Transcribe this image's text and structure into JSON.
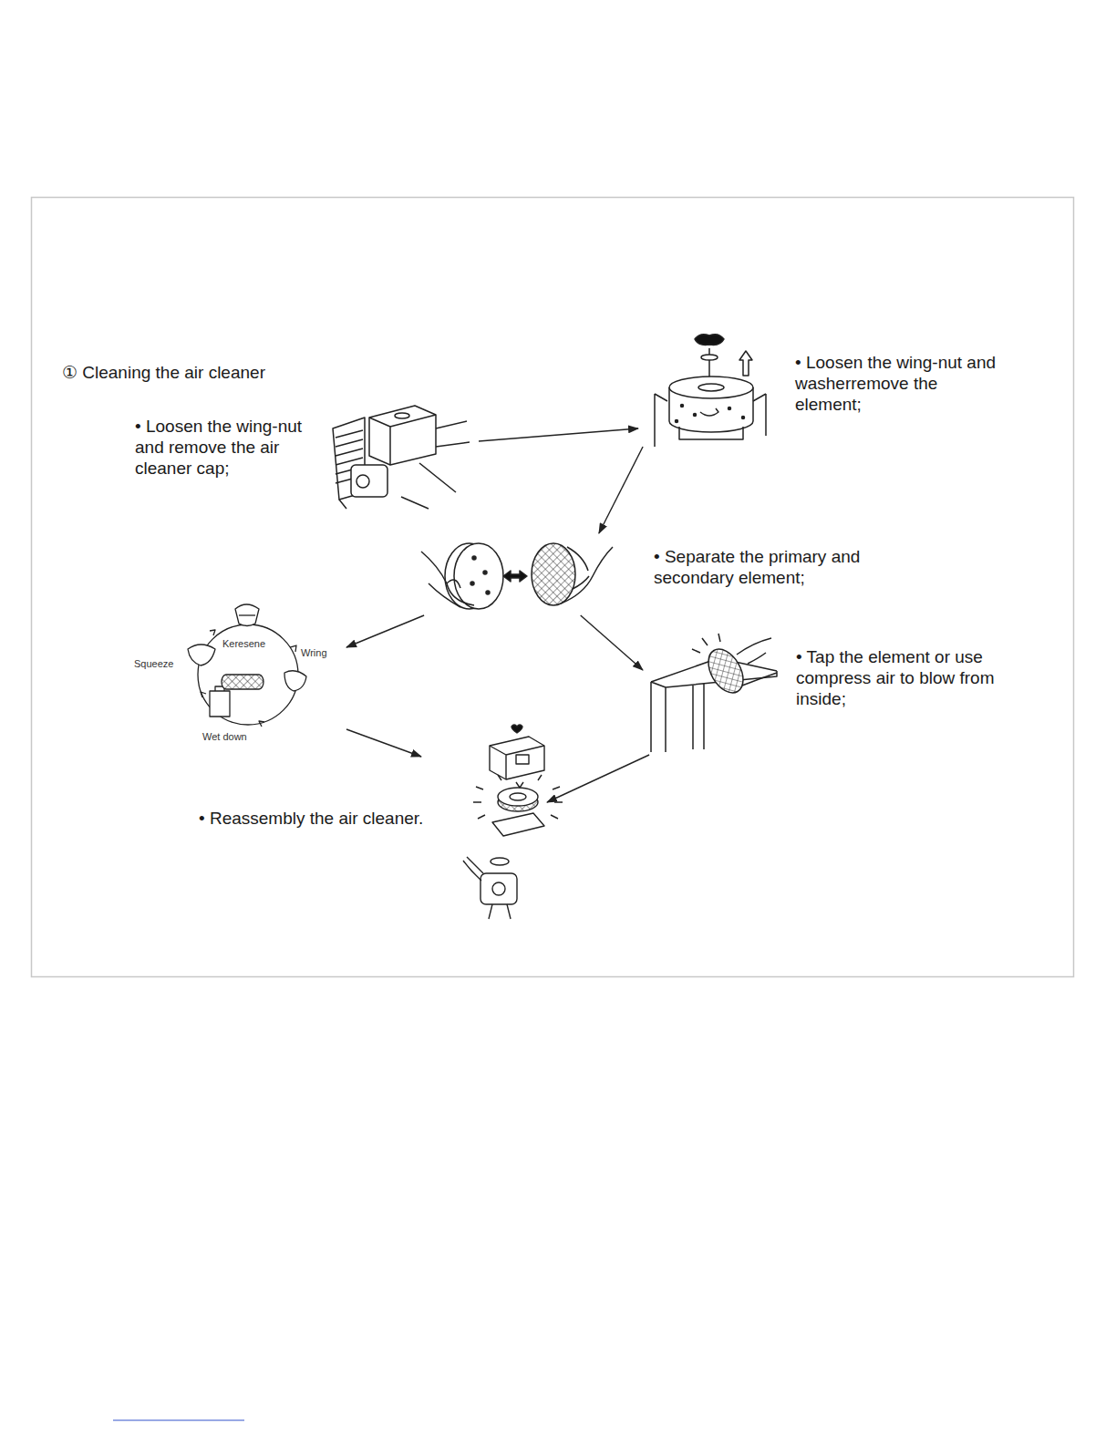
{
  "diagram": {
    "title": "① Cleaning the air cleaner",
    "nodes": [
      {
        "text": [
          "• Loosen the wing-nut and remove the air cleaner cap;"
        ]
      },
      {
        "text": [
          "• Loosen the wing-nut and washerremove the element;"
        ]
      },
      {
        "text": [
          "• Separate the primary and secondary element;"
        ]
      },
      {
        "text": [
          "Keresene",
          "Wring",
          "Squeeze",
          "Wet down"
        ]
      },
      {
        "text": [
          "• Tap the element or use compress air to blow from inside;"
        ]
      },
      {
        "text": [
          "• Reassembly the air cleaner."
        ]
      }
    ],
    "edges": [
      {
        "from": 0,
        "to": 1,
        "arrow": "to"
      },
      {
        "from": 1,
        "to": 2,
        "arrow": "to"
      },
      {
        "from": 2,
        "to": 3,
        "arrow": "to"
      },
      {
        "from": 2,
        "to": 4,
        "arrow": "to"
      },
      {
        "from": 3,
        "to": 5,
        "arrow": "to"
      },
      {
        "from": 4,
        "to": 5,
        "arrow": "to"
      }
    ]
  }
}
